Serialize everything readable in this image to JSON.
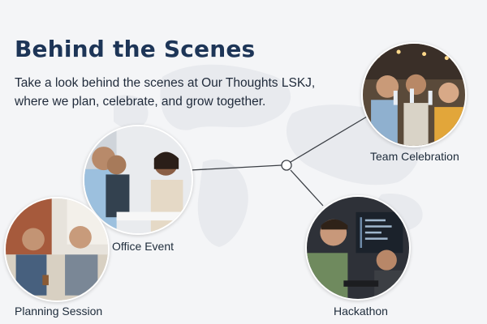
{
  "header": {
    "title": "Behind the Scenes",
    "subtitle": "Take a look behind the scenes at Our Thoughts LSKJ, where we plan, celebrate, and grow together."
  },
  "events": [
    {
      "label": "Team Celebration"
    },
    {
      "label": "Office Event"
    },
    {
      "label": "Planning Session"
    },
    {
      "label": "Hackathon"
    }
  ],
  "colors": {
    "heading": "#1d3557",
    "background": "#f4f5f7",
    "connector": "#3b3f45",
    "hub_node": "#ffffff"
  },
  "icons": {
    "hub": "connector-hub-icon"
  }
}
